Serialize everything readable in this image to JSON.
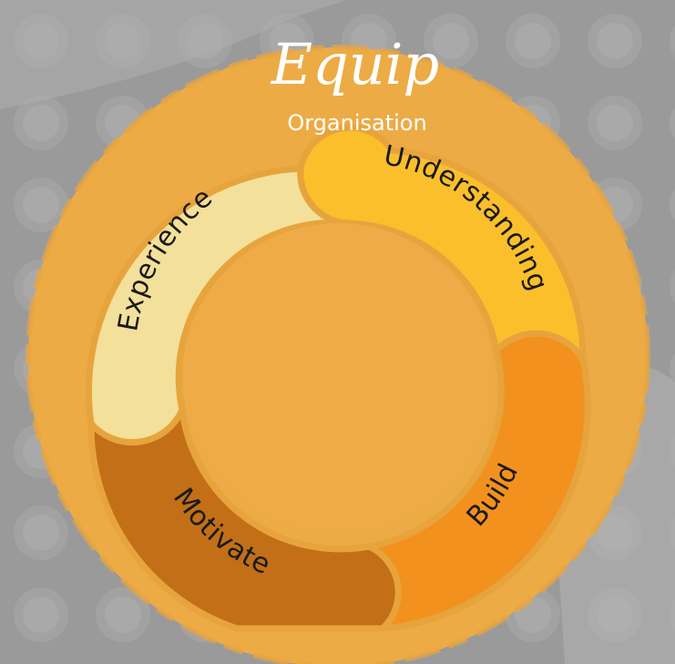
{
  "title": "Equip",
  "subtitle": "Organisation",
  "segments": [
    {
      "label": "Understanding",
      "color": "#fbbf2c"
    },
    {
      "label": "Build",
      "color": "#f3911e"
    },
    {
      "label": "Motivate",
      "color": "#c26f18"
    },
    {
      "label": "Experience",
      "color": "#f3e09a"
    }
  ],
  "colors": {
    "outer_circle": "#ecab45",
    "inner_circle": "#eeab47",
    "background": "#9a9a9a",
    "text_white": "#ffffff"
  }
}
